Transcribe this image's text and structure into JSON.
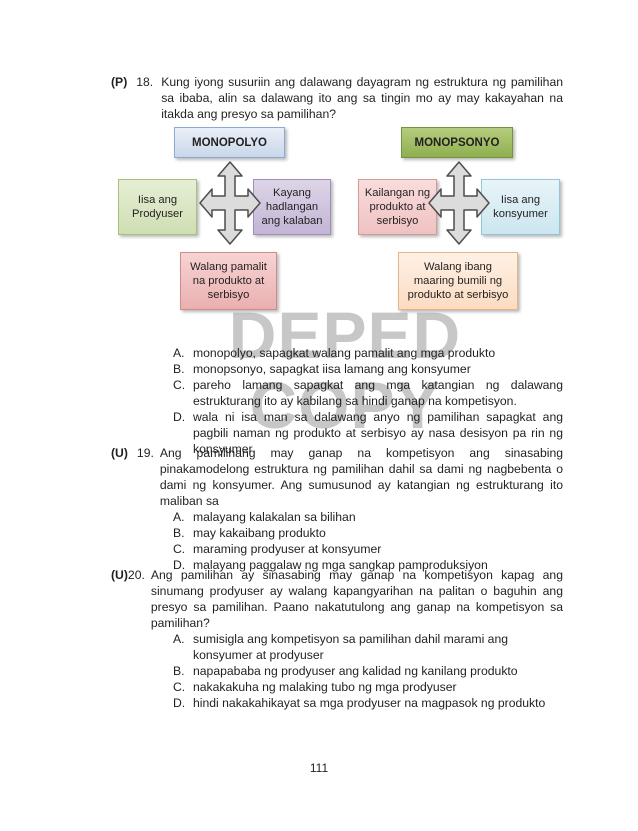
{
  "questions": [
    {
      "tag": "(P)",
      "number": "18.",
      "text": "Kung iyong susuriin ang dalawang dayagram ng estruktura ng pamilihan sa ibaba, alin sa dalawang ito ang sa tingin mo ay may kakayahan na itakda ang presyo sa pamilihan?",
      "options": [
        {
          "letter": "A.",
          "text": "monopolyo, sapagkat walang pamalit ang mga produkto"
        },
        {
          "letter": "B.",
          "text": "monopsonyo, sapagkat iisa lamang ang konsyumer"
        },
        {
          "letter": "C.",
          "text": "pareho lamang sapagkat ang mga katangian ng dalawang estrukturang ito ay kabilang sa hindi ganap na kompetisyon."
        },
        {
          "letter": "D.",
          "text": "wala ni isa man sa dalawang anyo ng pamilihan sapagkat ang pagbili naman ng produkto at serbisyo ay nasa desisyon pa rin ng konsyumer"
        }
      ]
    },
    {
      "tag": "(U)",
      "number": "19.",
      "text": "Ang pamilihang may ganap na kompetisyon ang sinasabing pinakamodelong estruktura ng pamilihan dahil sa dami ng nagbebenta o dami ng konsyumer. Ang  sumusunod ay katangian ng estrukturang ito maliban sa",
      "options": [
        {
          "letter": "A.",
          "text": "malayang kalakalan sa bilihan"
        },
        {
          "letter": "B.",
          "text": "may kakaibang produkto"
        },
        {
          "letter": "C.",
          "text": "maraming prodyuser at konsyumer"
        },
        {
          "letter": "D.",
          "text": "malayang paggalaw ng mga sangkap pamproduksiyon"
        }
      ]
    },
    {
      "tag": "(U)",
      "number": "20.",
      "text": "Ang pamilihan ay sinasabing may ganap na kompetisyon kapag ang sinumang prodyuser ay walang kapangyarihan na palitan o baguhin ang presyo sa pamilihan. Paano nakatutulong ang ganap na kompetisyon sa pamilihan?",
      "options": [
        {
          "letter": "A.",
          "text": "sumisigla ang kompetisyon sa pamilihan dahil marami ang konsyumer at prodyuser"
        },
        {
          "letter": "B.",
          "text": "napapababa ng prodyuser ang kalidad ng kanilang produkto"
        },
        {
          "letter": "C.",
          "text": "nakakakuha ng malaking tubo ng mga prodyuser"
        },
        {
          "letter": "D.",
          "text": "hindi nakakahikayat sa mga prodyuser na magpasok ng produkto"
        }
      ]
    }
  ],
  "diagrams": {
    "monopolyo": {
      "title": "MONOPOLYO",
      "left": "Iisa ang Prodyuser",
      "right": "Kayang hadlangan ang kalaban",
      "bottom": "Walang pamalit na produkto at serbisyo"
    },
    "monopsonyo": {
      "title": "MONOPSONYO",
      "left": "Kailangan ng produkto at serbisyo",
      "right": "Iisa ang konsyumer",
      "bottom": "Walang ibang maaring bumili ng produkto at serbisyo"
    }
  },
  "watermark": "DEPED COPY",
  "page_number": "111",
  "colors": {
    "monopolyo_title": "#dce6f2",
    "monopsonyo_title": "#9bbb59",
    "green_box": "#d7e4bc",
    "purple_box": "#ccc0da",
    "red_box": "#f2c4c4",
    "peach_box": "#fde9d9",
    "blue_box": "#dbeef4",
    "arrow_gray": "#d9d9d9"
  }
}
